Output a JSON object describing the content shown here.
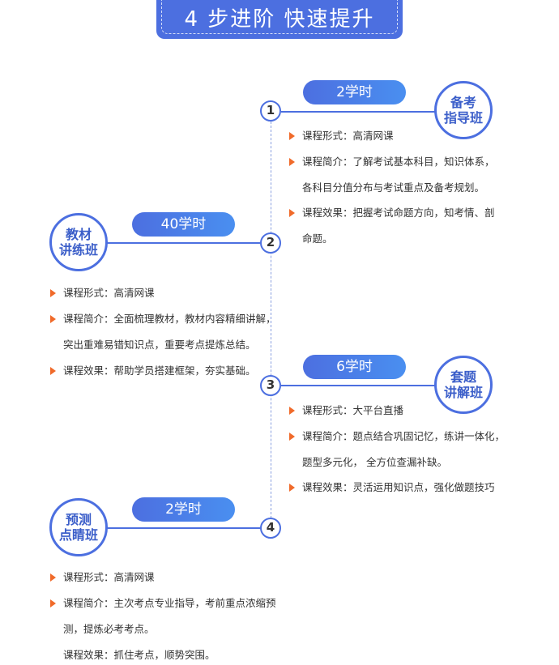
{
  "header": {
    "title": "4 步进阶 快速提升"
  },
  "steps": [
    {
      "number": "1",
      "hours": "2学时",
      "badge_line1": "备考",
      "badge_line2": "指导班",
      "lines": [
        "课程形式：高清网课",
        "课程简介：了解考试基本科目，知识体系，",
        "各科目分值分布与考试重点及备考规划。",
        "课程效果：把握考试命题方向，知考情、剖",
        "命题。"
      ]
    },
    {
      "number": "2",
      "hours": "40学时",
      "badge_line1": "教材",
      "badge_line2": "讲练班",
      "lines": [
        "课程形式：高清网课",
        "课程简介：全面梳理教材，教材内容精细讲解，",
        "突出重难易错知识点，重要考点提炼总结。",
        "课程效果：帮助学员搭建框架，夯实基础。"
      ]
    },
    {
      "number": "3",
      "hours": "6学时",
      "badge_line1": "套题",
      "badge_line2": "讲解班",
      "lines": [
        "课程形式：大平台直播",
        "课程简介：题点结合巩固记忆，练讲一体化，",
        "题型多元化， 全方位查漏补缺。",
        "课程效果：灵活运用知识点，强化做题技巧"
      ]
    },
    {
      "number": "4",
      "hours": "2学时",
      "badge_line1": "预测",
      "badge_line2": "点睛班",
      "lines": [
        "课程形式：高清网课",
        "课程简介：主次考点专业指导，考前重点浓缩预",
        "测，提炼必考考点。",
        "课程效果：抓住考点，顺势突围。"
      ]
    }
  ],
  "colors": {
    "primary": "#4c6fe0",
    "accent_arrow": "#f06a2a"
  }
}
